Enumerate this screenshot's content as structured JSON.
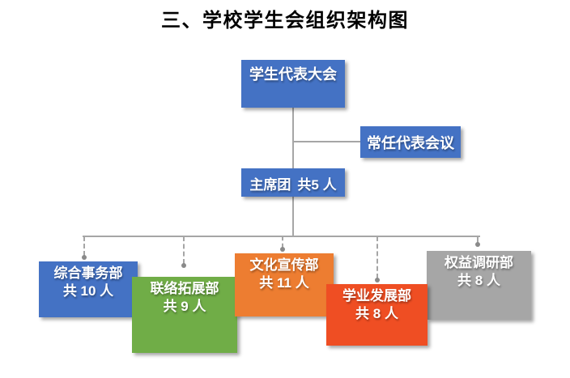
{
  "title": "三、学校学生会组织架构图",
  "nodes": {
    "root": {
      "label": "学生代表大会",
      "color": "#4472C4"
    },
    "standing": {
      "label": "常任代表会议",
      "color": "#4472C4"
    },
    "presidium": {
      "label": "主席团",
      "count": "共5 人",
      "color": "#4472C4"
    }
  },
  "departments": [
    {
      "label": "综合事务部",
      "count": "共 10 人",
      "color": "#4472C4"
    },
    {
      "label": "联络拓展部",
      "count": "共 9 人",
      "color": "#70AD47"
    },
    {
      "label": "文化宣传部",
      "count": "共 11 人",
      "color": "#ED7D31"
    },
    {
      "label": "学业发展部",
      "count": "共 8 人",
      "color": "#EF4E23"
    },
    {
      "label": "权益调研部",
      "count": "共 8 人",
      "color": "#A6A6A6"
    }
  ],
  "colors": {
    "connector": "#A6A6A6",
    "node_text": "#FFFFFF",
    "title_text": "#000000"
  }
}
